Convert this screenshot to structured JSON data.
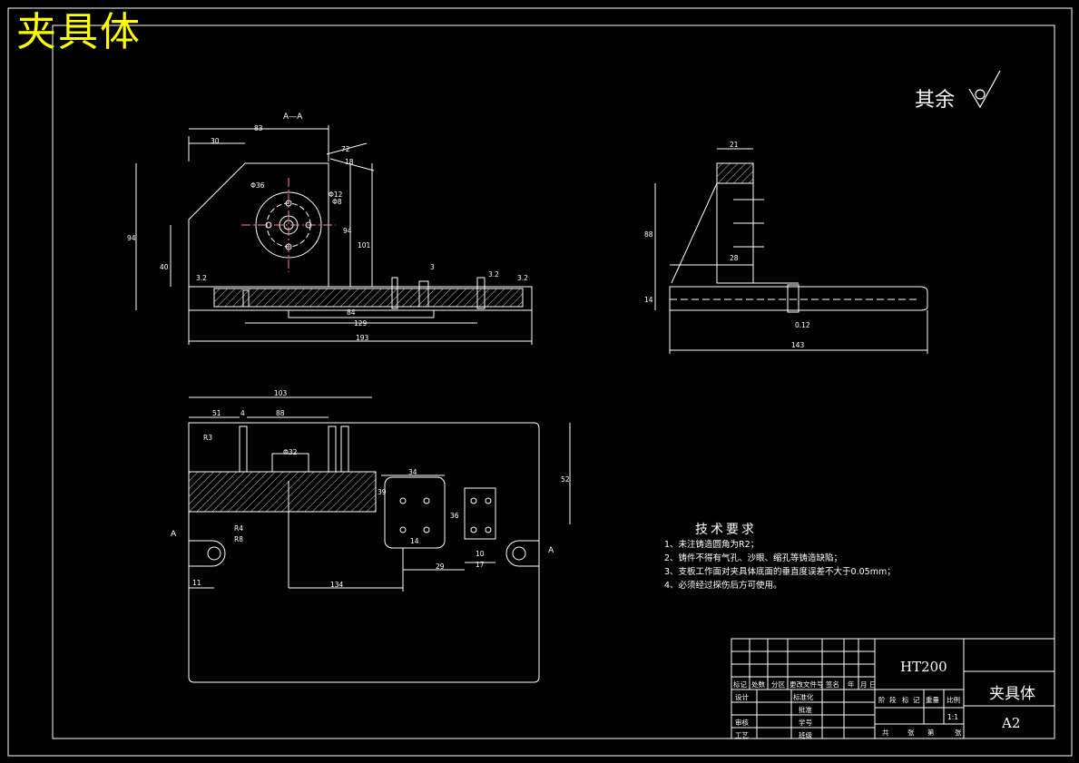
{
  "drawing_title": "夹具体",
  "surface_note": "其余",
  "section_label": "A—A",
  "section_marker": "A",
  "tech_requirements": {
    "title": "技术要求",
    "items": [
      "1、未注铸造圆角为R2；",
      "2、铸件不得有气孔、沙眼、缩孔等铸造缺陷；",
      "3、支板工作面对夹具体底面的垂直度误差不大于0.05mm；",
      "4、必须经过探伤后方可使用。"
    ]
  },
  "dims_front": [
    "83",
    "30",
    "72",
    "18",
    "Φ36",
    "Φ12",
    "Φ8",
    "94",
    "101",
    "94",
    "40",
    "129",
    "84",
    "193",
    "3",
    "3.2",
    "3.2",
    "3.2"
  ],
  "dims_side": [
    "21",
    "88",
    "28",
    "14",
    "143",
    "0.12"
  ],
  "dims_top": [
    "103",
    "51",
    "4",
    "88",
    "R3",
    "Φ32",
    "34",
    "39",
    "52",
    "R4",
    "R8",
    "11",
    "134",
    "14",
    "29",
    "17",
    "10",
    "36"
  ],
  "title_block": {
    "material": "HT200",
    "part_name": "夹具体",
    "sheet_size": "A2",
    "scale": "1:1",
    "header_labels": [
      "标记",
      "处数",
      "分区",
      "更改文件号",
      "签名",
      "年",
      "月",
      "日"
    ],
    "row_labels": [
      "设计",
      "审核",
      "工艺"
    ],
    "mid_labels": [
      "标准化",
      "批准",
      "学号",
      "班级"
    ],
    "stage_labels": [
      "阶",
      "段",
      "标",
      "记",
      "重量",
      "比例"
    ],
    "sheet_labels": [
      "共",
      "张",
      "第",
      "张"
    ]
  }
}
